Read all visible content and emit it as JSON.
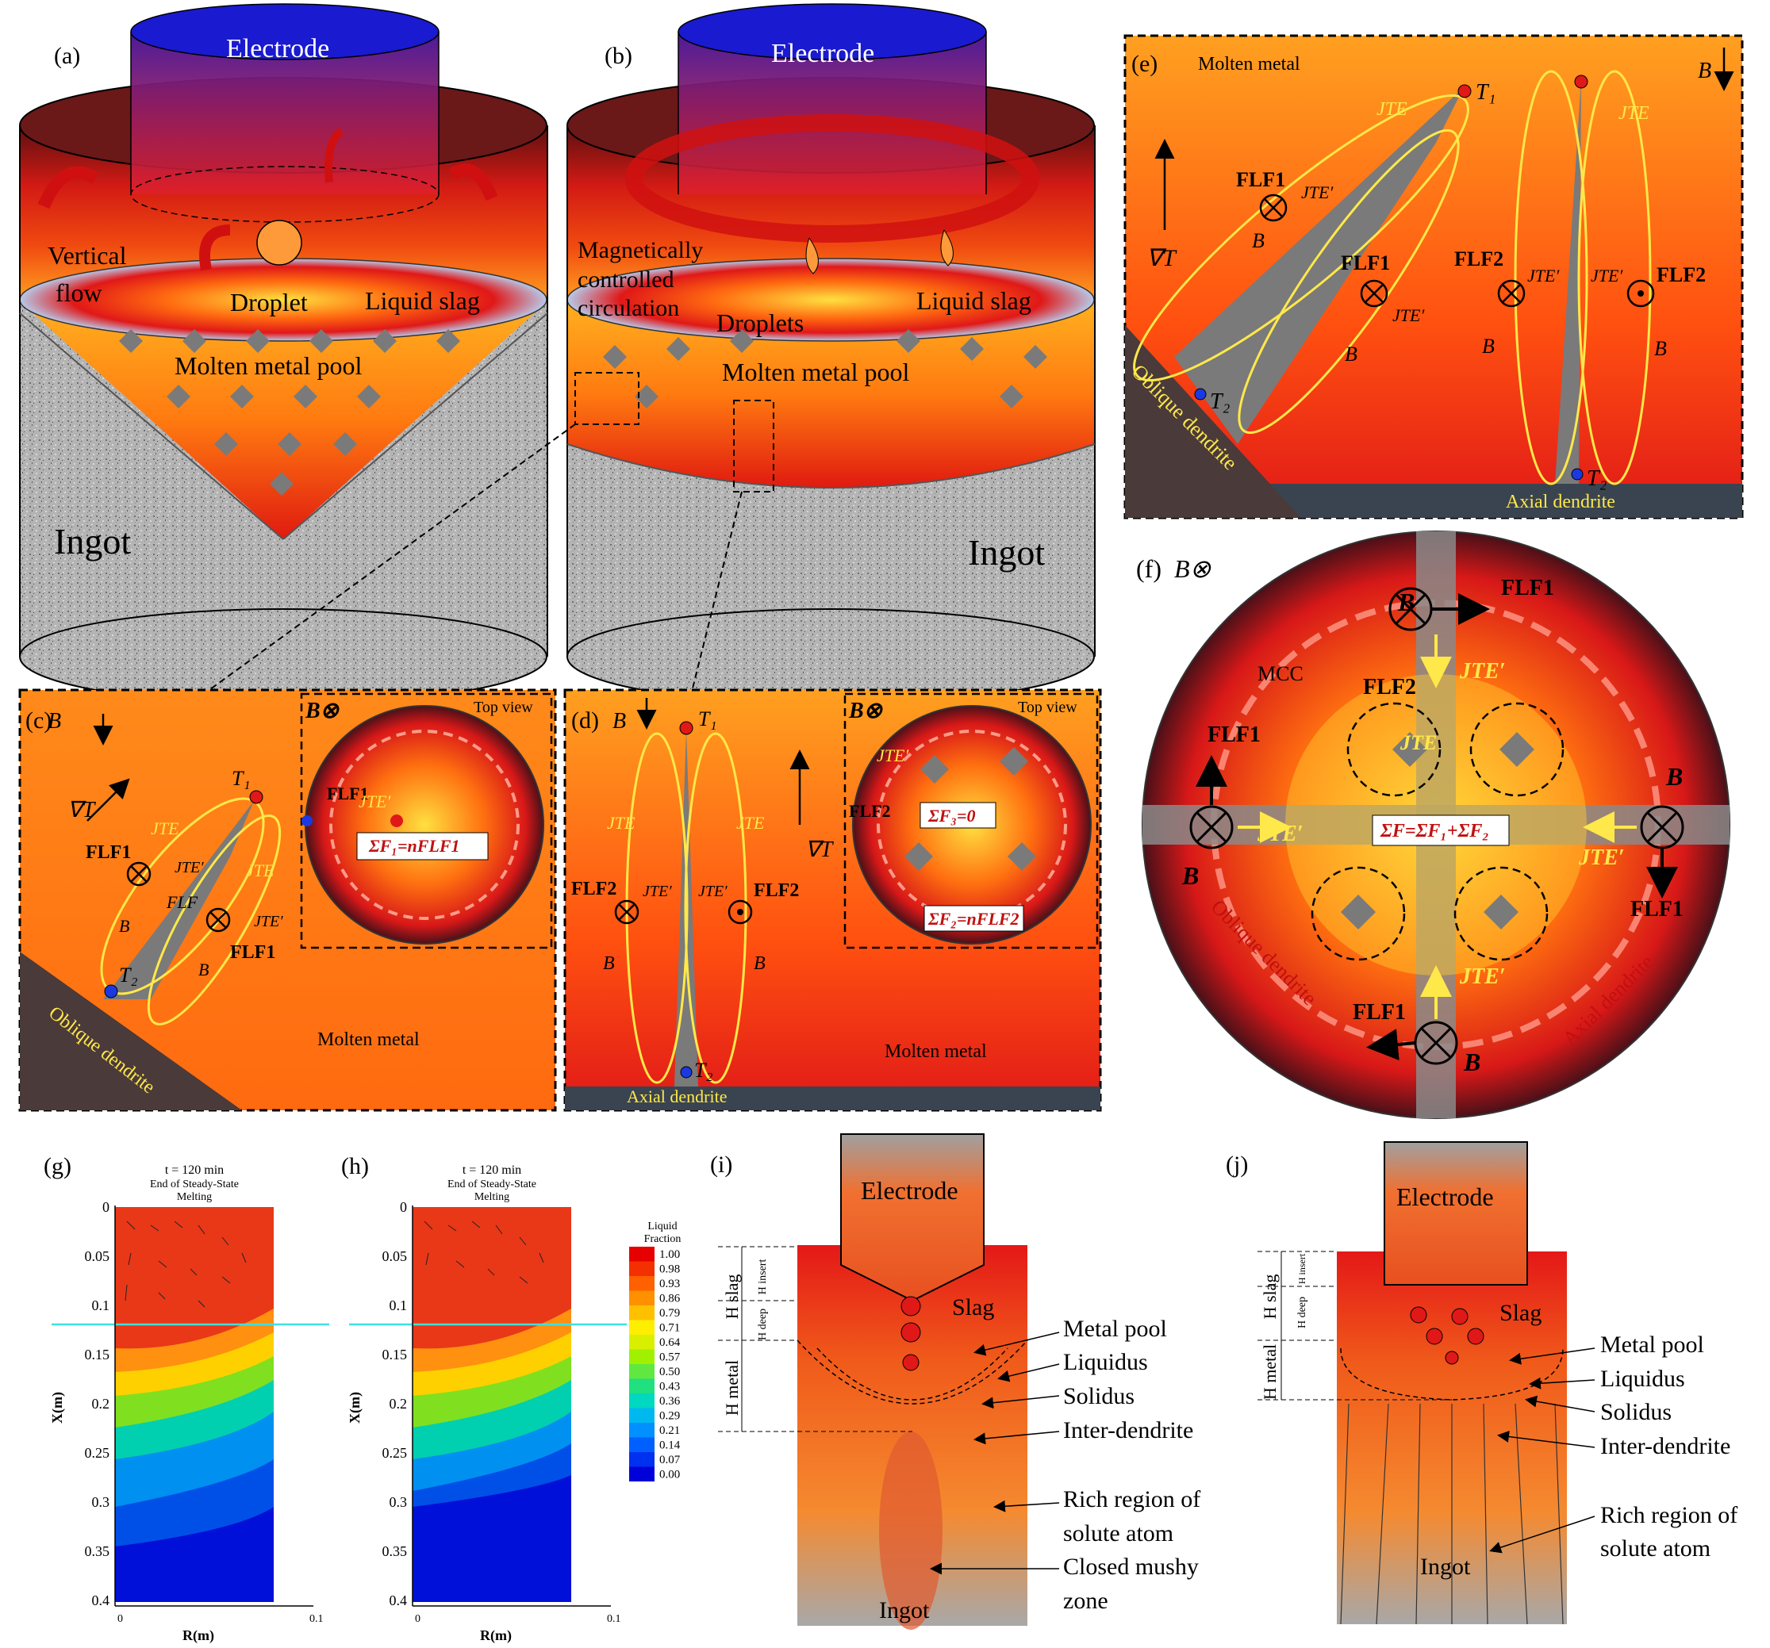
{
  "labels": {
    "a": "(a)",
    "b": "(b)",
    "c": "(c)",
    "d": "(d)",
    "e": "(e)",
    "f": "(f)",
    "g": "(g)",
    "h": "(h)",
    "i": "(i)",
    "j": "(j)"
  },
  "panel_a": {
    "electrode": "Electrode",
    "vertical": "Vertical",
    "flow": "flow",
    "droplet": "Droplet",
    "liquid_slag": "Liquid slag",
    "pool": "Molten metal pool",
    "ingot": "Ingot"
  },
  "panel_b": {
    "electrode": "Electrode",
    "mcc1": "Magnetically",
    "mcc2": "controlled",
    "mcc3": "circulation",
    "droplets": "Droplets",
    "liquid_slag": "Liquid slag",
    "pool": "Molten metal pool",
    "ingot": "Ingot"
  },
  "panel_c": {
    "B": "B",
    "gradT": "∇T",
    "T1": "T₁",
    "T2": "T₂",
    "JTE": "JTE",
    "JTEp": "JTE′",
    "FLF1": "FLF1",
    "FLF": "FLF",
    "oblique": "Oblique dendrite",
    "molten": "Molten metal",
    "topview": "Top view",
    "Bx": "B⊗",
    "sum": "ΣF₁=nFLF1"
  },
  "panel_d": {
    "B": "B",
    "gradT": "∇T",
    "T1": "T₁",
    "T2": "T₂",
    "JTE": "JTE",
    "JTEp": "JTE′",
    "FLF2": "FLF2",
    "axial": "Axial dendrite",
    "molten": "Molten metal",
    "topview": "Top view",
    "Bx": "B⊗",
    "sum3": "ΣF₃=0",
    "sum2": "ΣF₂=nFLF2"
  },
  "panel_e": {
    "molten": "Molten metal",
    "B": "B",
    "gradT": "∇T",
    "T1": "T₁",
    "T2": "T₂",
    "JTE": "JTE",
    "JTEp": "JTE′",
    "FLF1": "FLF1",
    "FLF2": "FLF2",
    "oblique": "Oblique dendrite",
    "axial": "Axial dendrite"
  },
  "panel_f": {
    "title": "B⊗",
    "B": "B",
    "MCC": "MCC",
    "FLF1": "FLF1",
    "FLF2": "FLF2",
    "JTE": "JTE",
    "JTEp": "JTE′",
    "sum": "ΣF=ΣF₁+ΣF₂",
    "oblique": "Oblique dendrite",
    "axial": "Axial dendrite"
  },
  "panel_g": {
    "title1": "t = 120 min",
    "title2": "End of Steady-State",
    "title3": "Melting",
    "ylabel": "X(m)",
    "xlabel": "R(m)",
    "yticks": [
      "0",
      "0.05",
      "0.1",
      "0.15",
      "0.2",
      "0.25",
      "0.3",
      "0.35",
      "0.4"
    ],
    "xticks": [
      "0",
      "0.1"
    ]
  },
  "panel_h": {
    "title1": "t = 120 min",
    "title2": "End of Steady-State",
    "title3": "Melting",
    "ylabel": "X(m)",
    "xlabel": "R(m)",
    "yticks": [
      "0",
      "0.05",
      "0.1",
      "0.15",
      "0.2",
      "0.25",
      "0.3",
      "0.35",
      "0.4"
    ],
    "xticks": [
      "0",
      "0.1"
    ]
  },
  "legend": {
    "title1": "Liquid",
    "title2": "Fraction",
    "values": [
      "1.00",
      "0.98",
      "0.93",
      "0.86",
      "0.79",
      "0.71",
      "0.64",
      "0.57",
      "0.50",
      "0.43",
      "0.36",
      "0.29",
      "0.21",
      "0.14",
      "0.07",
      "0.00"
    ],
    "colors": [
      "#e60000",
      "#f53000",
      "#ff6000",
      "#ff9000",
      "#ffc000",
      "#ffee00",
      "#d8f000",
      "#a0f000",
      "#60e840",
      "#20e080",
      "#00d8c0",
      "#00b8f0",
      "#0090ff",
      "#0060ff",
      "#0030f0",
      "#0000d8"
    ]
  },
  "panel_i": {
    "electrode": "Electrode",
    "slag": "Slag",
    "hslag": "H slag",
    "hdeep": "H deep",
    "hinsert": "H insert",
    "hmetal": "H metal",
    "metal_pool": "Metal pool",
    "liquidus": "Liquidus",
    "solidus": "Solidus",
    "interdendrite": "Inter-dendrite",
    "rich1": "Rich region of",
    "rich2": "solute atom",
    "closed1": "Closed mushy",
    "closed2": "zone",
    "ingot": "Ingot"
  },
  "panel_j": {
    "electrode": "Electrode",
    "slag": "Slag",
    "hslag": "H slag",
    "hdeep": "H deep",
    "hinsert": "H insert",
    "hmetal": "H metal",
    "metal_pool": "Metal pool",
    "liquidus": "Liquidus",
    "solidus": "Solidus",
    "interdendrite": "Inter-dendrite",
    "rich1": "Rich region of",
    "rich2": "solute atom",
    "ingot": "Ingot"
  },
  "colors": {
    "electrode_top": "#1a1ad0",
    "slag_red": "#e51a1a",
    "molten_orange": "#ff7a1a",
    "dendrite_gray": "#7a7a7a",
    "jte_yellow": "#ffe84a",
    "ingot_gray": "#b8b8b8",
    "cyan_line": "#40e0e0"
  }
}
